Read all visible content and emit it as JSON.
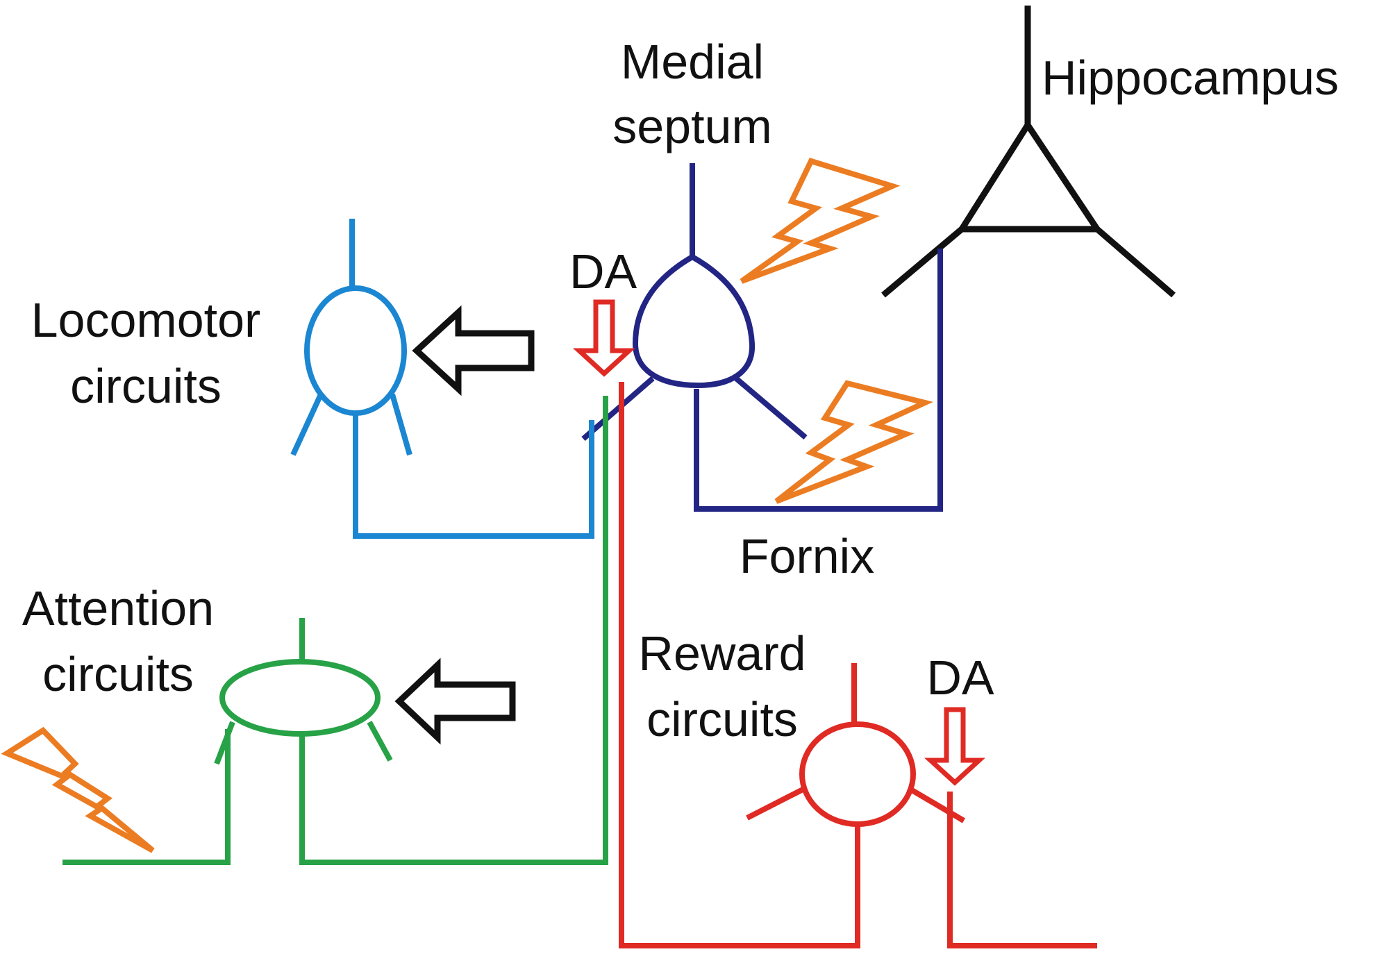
{
  "labels": {
    "hippocampus": "Hippocampus",
    "medial_septum_line1": "Medial",
    "medial_septum_line2": "septum",
    "da_septum": "DA",
    "locomotor_line1": "Locomotor",
    "locomotor_line2": "circuits",
    "fornix": "Fornix",
    "attention_line1": "Attention",
    "attention_line2": "circuits",
    "reward_line1": "Reward",
    "reward_line2": "circuits",
    "da_reward": "DA"
  },
  "colors": {
    "hippocampus": "#111111",
    "septum": "#232584",
    "locomotor": "#1b86d1",
    "attention": "#27a246",
    "reward": "#e02a24",
    "dopamine_arrow": "#e02a24",
    "stimulation": "#ec7c22",
    "influence_arrow": "#111111",
    "label_text": "#111111"
  },
  "icons": {
    "stimulation": "lightning-bolt-icon",
    "influence": "hollow-left-arrow-icon",
    "dopamine_release": "hollow-down-arrow-icon"
  }
}
